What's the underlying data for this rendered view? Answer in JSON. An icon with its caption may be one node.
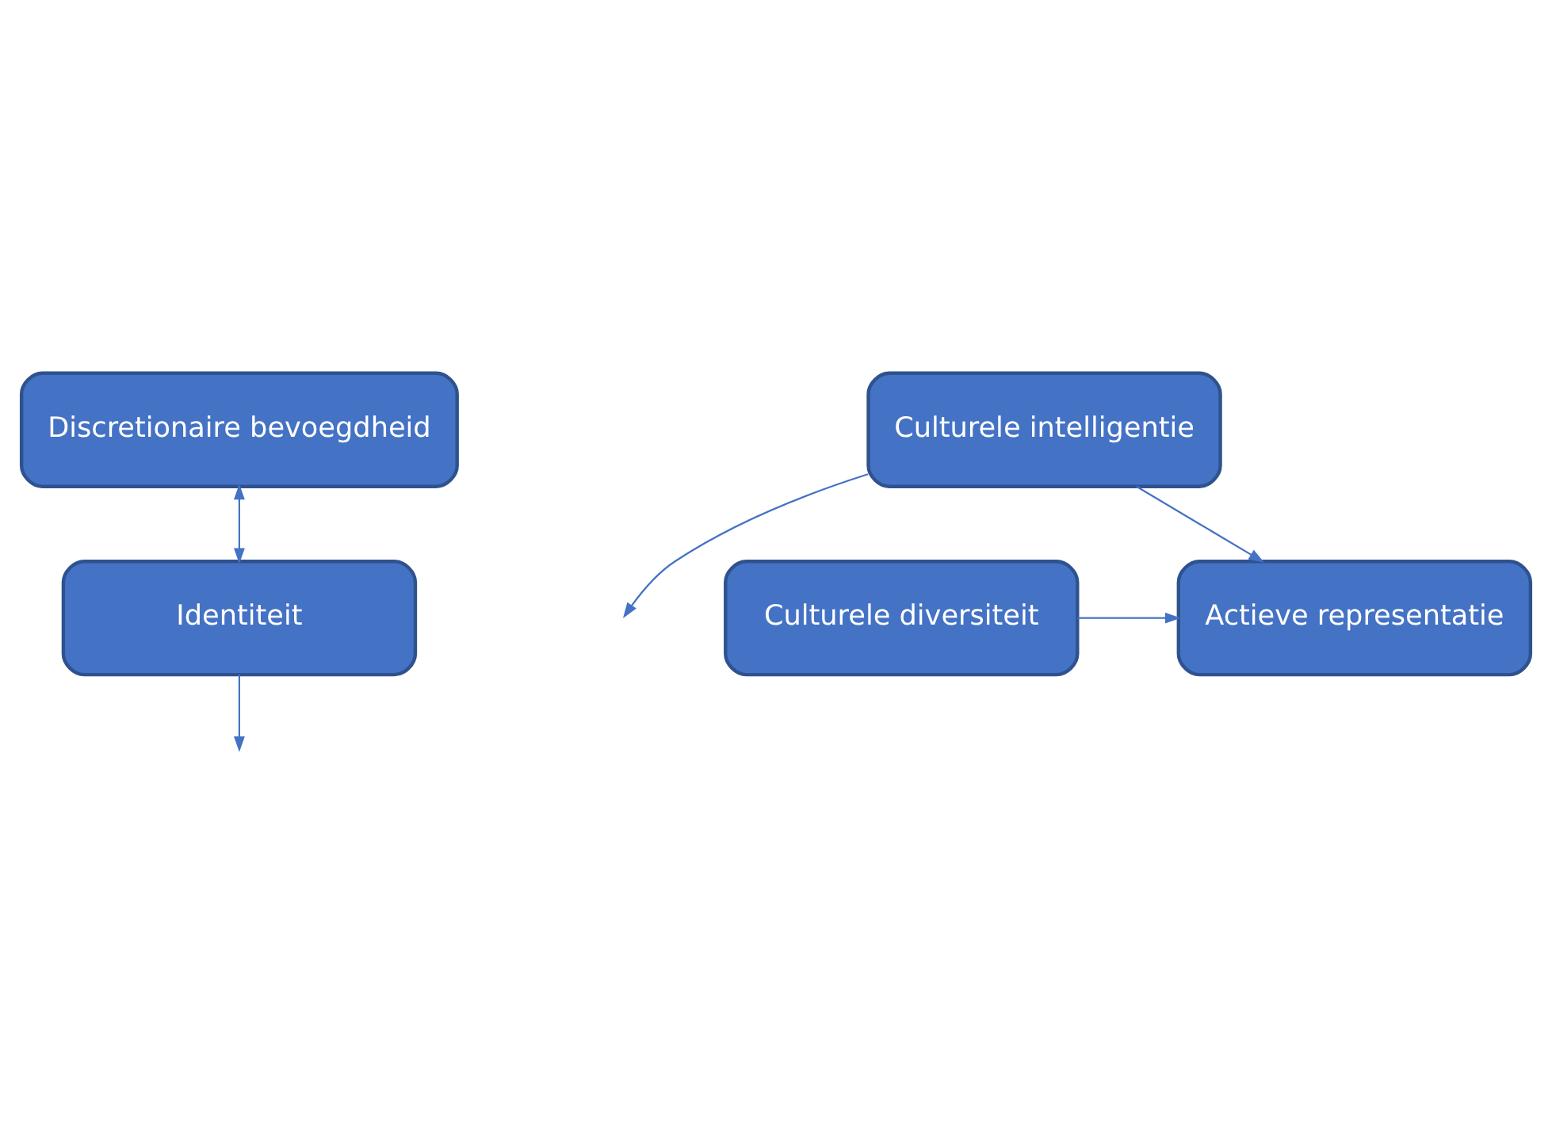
{
  "diagram": {
    "nodes": [
      {
        "text": [
          "Discretionaire bevoegdheid"
        ]
      },
      {
        "text": [
          "Identiteit"
        ]
      },
      {
        "text": [
          "Culturele intelligentie"
        ]
      },
      {
        "text": [
          "Culturele diversiteit"
        ]
      },
      {
        "text": [
          "Actieve representatie"
        ]
      }
    ],
    "edges": [
      {
        "from": 0,
        "to": 1,
        "arrow": "both"
      },
      {
        "from": 1,
        "to": null,
        "arrow": "to"
      },
      {
        "from": 2,
        "to": null,
        "arrow": "to"
      },
      {
        "from": 2,
        "to": 4,
        "arrow": "to"
      },
      {
        "from": 3,
        "to": 4,
        "arrow": "to"
      }
    ]
  }
}
